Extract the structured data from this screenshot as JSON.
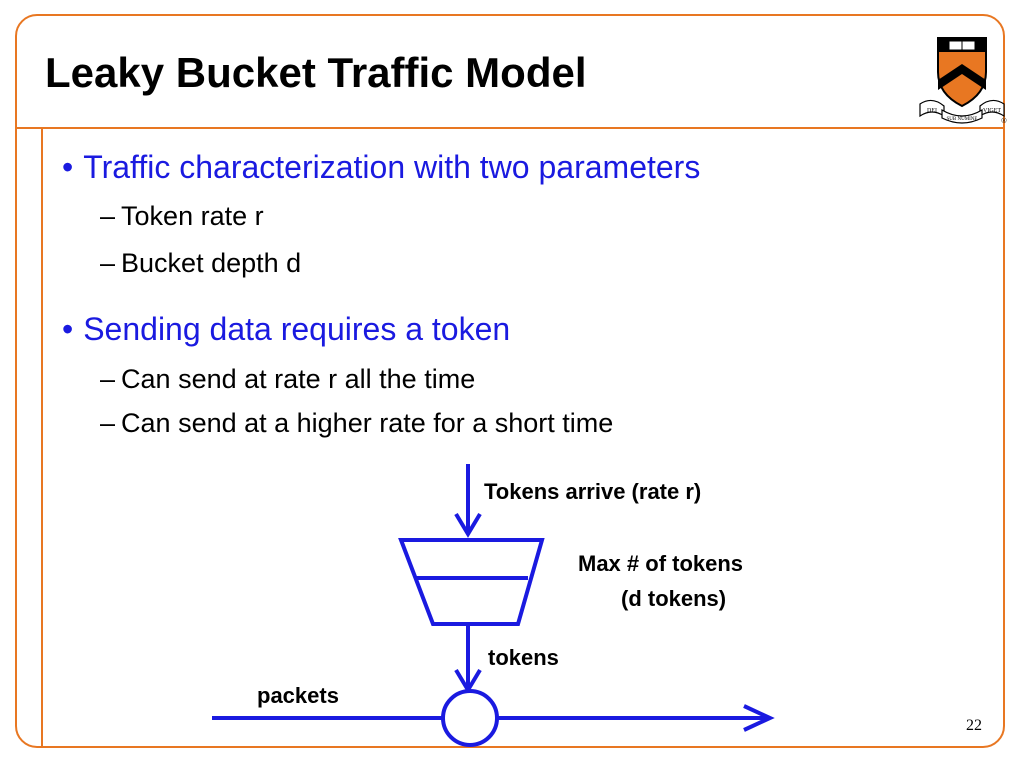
{
  "slide": {
    "title": "Leaky Bucket Traffic Model",
    "page_number": "22",
    "accent_color": "#e87722",
    "bullet_color": "#1a1ae0"
  },
  "logo": {
    "name": "princeton-shield-logo",
    "motto_left": "DEI",
    "motto_center": "SUB NUMINE",
    "motto_right": "VIGET",
    "registered_mark": "®"
  },
  "bullets": [
    {
      "text": "Traffic characterization with two parameters",
      "subitems": [
        "Token rate r",
        "Bucket depth d"
      ]
    },
    {
      "text": "Sending data requires a token",
      "subitems": [
        "Can send at rate r all the time",
        "Can send at a higher rate for a short time"
      ]
    }
  ],
  "diagram": {
    "tokens_arrive_label": "Tokens arrive (rate r)",
    "max_tokens_label": "Max # of tokens",
    "max_tokens_sub": "(d tokens)",
    "tokens_label": "tokens",
    "packets_label": "packets",
    "line_color": "#1a1ae0"
  }
}
